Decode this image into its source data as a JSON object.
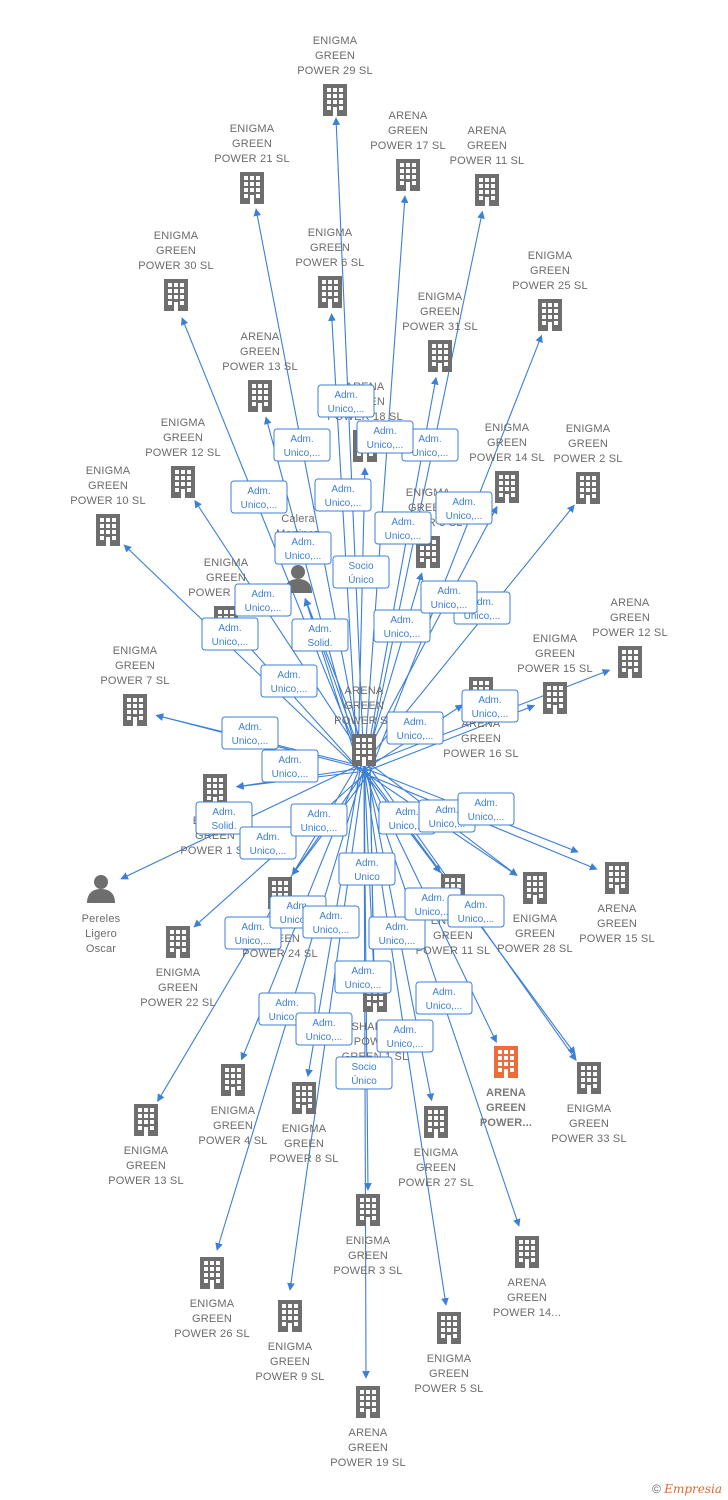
{
  "colors": {
    "edge": "#3c7fd6",
    "building": "#6e6e6e",
    "highlight": "#f06a3c",
    "person": "#6e6e6e",
    "label": "#6b6b6b"
  },
  "center": {
    "id": "center",
    "lines": [
      "ARENA",
      "GREEN",
      "POWER  SL"
    ],
    "icon": "building-icon"
  },
  "nodes": [
    {
      "id": "eg29",
      "lines": [
        "ENIGMA",
        "GREEN",
        "POWER 29  SL"
      ],
      "icon": "building-icon"
    },
    {
      "id": "ag17",
      "lines": [
        "ARENA",
        "GREEN",
        "POWER 17  SL"
      ],
      "icon": "building-icon"
    },
    {
      "id": "ag11",
      "lines": [
        "ARENA",
        "GREEN",
        "POWER 11  SL"
      ],
      "icon": "building-icon"
    },
    {
      "id": "eg21",
      "lines": [
        "ENIGMA",
        "GREEN",
        "POWER 21  SL"
      ],
      "icon": "building-icon"
    },
    {
      "id": "eg6",
      "lines": [
        "ENIGMA",
        "GREEN",
        "POWER 6  SL"
      ],
      "icon": "building-icon"
    },
    {
      "id": "eg30",
      "lines": [
        "ENIGMA",
        "GREEN",
        "POWER 30  SL"
      ],
      "icon": "building-icon"
    },
    {
      "id": "eg25",
      "lines": [
        "ENIGMA",
        "GREEN",
        "POWER 25  SL"
      ],
      "icon": "building-icon"
    },
    {
      "id": "eg31",
      "lines": [
        "ENIGMA",
        "GREEN",
        "POWER 31  SL"
      ],
      "icon": "building-icon"
    },
    {
      "id": "ag13",
      "lines": [
        "ARENA",
        "GREEN",
        "POWER 13  SL"
      ],
      "icon": "building-icon"
    },
    {
      "id": "ag18",
      "lines": [
        "ARENA",
        "GREEN",
        "POWER 18  SL"
      ],
      "icon": "building-icon"
    },
    {
      "id": "eg14",
      "lines": [
        "ENIGMA",
        "GREEN",
        "POWER 14  SL"
      ],
      "icon": "building-icon"
    },
    {
      "id": "eg2",
      "lines": [
        "ENIGMA",
        "GREEN",
        "POWER 2  SL"
      ],
      "icon": "building-icon"
    },
    {
      "id": "eg12",
      "lines": [
        "ENIGMA",
        "GREEN",
        "POWER 12  SL"
      ],
      "icon": "building-icon"
    },
    {
      "id": "eg10",
      "lines": [
        "ENIGMA",
        "GREEN",
        "POWER 10  SL"
      ],
      "icon": "building-icon"
    },
    {
      "id": "p_cm",
      "lines": [
        "Calera",
        "Martinez",
        ""
      ],
      "icon": "person-icon"
    },
    {
      "id": "eg3x",
      "lines": [
        "ENIGMA",
        "GREEN",
        "POWER 3  SL"
      ],
      "icon": "building-icon"
    },
    {
      "id": "eg20",
      "lines": [
        "ENIGMA",
        "GREEN",
        "POWER 20  SL"
      ],
      "icon": "building-icon"
    },
    {
      "id": "ag12",
      "lines": [
        "ARENA",
        "GREEN",
        "POWER 12  SL"
      ],
      "icon": "building-icon"
    },
    {
      "id": "ag16",
      "lines": [
        "ARENA",
        "GREEN",
        "POWER 16  SL"
      ],
      "icon": "building-icon"
    },
    {
      "id": "eg15",
      "lines": [
        "ENIGMA",
        "GREEN",
        "POWER 15  SL"
      ],
      "icon": "building-icon"
    },
    {
      "id": "eg7",
      "lines": [
        "ENIGMA",
        "GREEN",
        "POWER 7  SL"
      ],
      "icon": "building-icon"
    },
    {
      "id": "eg1",
      "lines": [
        "ENIGMA",
        "GREEN",
        "POWER 1  SL"
      ],
      "icon": "building-icon"
    },
    {
      "id": "p_po",
      "lines": [
        "Pereles",
        "Ligero",
        "Oscar"
      ],
      "icon": "person-icon"
    },
    {
      "id": "eg28",
      "lines": [
        "ENIGMA",
        "GREEN",
        "POWER 28  SL"
      ],
      "icon": "building-icon"
    },
    {
      "id": "ag15",
      "lines": [
        "ARENA",
        "GREEN",
        "POWER 15  SL"
      ],
      "icon": "building-icon"
    },
    {
      "id": "eg24",
      "lines": [
        "ENIGMA",
        "GREEN",
        "POWER 24  SL"
      ],
      "icon": "building-icon"
    },
    {
      "id": "eg11",
      "lines": [
        "ENIGMA",
        "GREEN",
        "POWER 11  SL"
      ],
      "icon": "building-icon"
    },
    {
      "id": "eg22",
      "lines": [
        "ENIGMA",
        "GREEN",
        "POWER 22  SL"
      ],
      "icon": "building-icon"
    },
    {
      "id": "shared",
      "lines": [
        "SHARED",
        "POWER",
        "GREEN 1  SL"
      ],
      "icon": "building-icon"
    },
    {
      "id": "agHL",
      "lines": [
        "ARENA",
        "GREEN",
        "POWER..."
      ],
      "icon": "building-icon",
      "highlight": true
    },
    {
      "id": "eg33",
      "lines": [
        "ENIGMA",
        "GREEN",
        "POWER 33  SL"
      ],
      "icon": "building-icon"
    },
    {
      "id": "eg4",
      "lines": [
        "ENIGMA",
        "GREEN",
        "POWER 4  SL"
      ],
      "icon": "building-icon"
    },
    {
      "id": "eg8",
      "lines": [
        "ENIGMA",
        "GREEN",
        "POWER 8  SL"
      ],
      "icon": "building-icon"
    },
    {
      "id": "eg13",
      "lines": [
        "ENIGMA",
        "GREEN",
        "POWER 13  SL"
      ],
      "icon": "building-icon"
    },
    {
      "id": "eg27",
      "lines": [
        "ENIGMA",
        "GREEN",
        "POWER 27  SL"
      ],
      "icon": "building-icon"
    },
    {
      "id": "eg3",
      "lines": [
        "ENIGMA",
        "GREEN",
        "POWER 3  SL"
      ],
      "icon": "building-icon"
    },
    {
      "id": "ag14",
      "lines": [
        "ARENA",
        "GREEN",
        "POWER 14..."
      ],
      "icon": "building-icon"
    },
    {
      "id": "eg26",
      "lines": [
        "ENIGMA",
        "GREEN",
        "POWER 26  SL"
      ],
      "icon": "building-icon"
    },
    {
      "id": "eg9",
      "lines": [
        "ENIGMA",
        "GREEN",
        "POWER 9  SL"
      ],
      "icon": "building-icon"
    },
    {
      "id": "eg5",
      "lines": [
        "ENIGMA",
        "GREEN",
        "POWER 5  SL"
      ],
      "icon": "building-icon"
    },
    {
      "id": "ag19",
      "lines": [
        "ARENA",
        "GREEN",
        "POWER 19  SL"
      ],
      "icon": "building-icon"
    }
  ],
  "relations": [
    {
      "lines": [
        "Adm.",
        "Unico,..."
      ],
      "target": "ag18"
    },
    {
      "lines": [
        "Adm.",
        "Unico,..."
      ],
      "target": "ag13"
    },
    {
      "lines": [
        "Adm.",
        "Unico,..."
      ],
      "target": "eg31"
    },
    {
      "lines": [
        "Adm.",
        "Unico,..."
      ],
      "target": "ag11"
    },
    {
      "lines": [
        "Adm.",
        "Unico,..."
      ],
      "target": "eg12"
    },
    {
      "lines": [
        "Adm.",
        "Unico,..."
      ],
      "target": "eg6"
    },
    {
      "lines": [
        "Adm.",
        "Unico,..."
      ],
      "target": "eg14"
    },
    {
      "lines": [
        "Adm.",
        "Unico,..."
      ],
      "target": "eg3x"
    },
    {
      "lines": [
        "Adm.",
        "Unico,..."
      ],
      "target": "p_cm"
    },
    {
      "lines": [
        "Socio",
        "Único"
      ],
      "target": "p_cm"
    },
    {
      "lines": [
        "Adm.",
        "Unico,..."
      ],
      "target": "eg20"
    },
    {
      "lines": [
        "Adm.",
        "Unico,..."
      ],
      "target": "eg10"
    },
    {
      "lines": [
        "Adm.",
        "Unico,..."
      ],
      "target": "eg2"
    },
    {
      "lines": [
        "Adm.",
        "Unico,..."
      ],
      "target": "ag16"
    },
    {
      "lines": [
        "Adm.",
        "Unico,..."
      ],
      "target": "eg25"
    },
    {
      "lines": [
        "Adm.",
        "Solid."
      ],
      "target": "p_cm"
    },
    {
      "lines": [
        "Adm.",
        "Unico,..."
      ],
      "target": "eg7"
    },
    {
      "lines": [
        "Adm.",
        "Unico,..."
      ],
      "target": "eg15"
    },
    {
      "lines": [
        "Adm.",
        "Unico,..."
      ],
      "target": "ag12"
    },
    {
      "lines": [
        "Adm.",
        "Unico,..."
      ],
      "target": "eg7"
    },
    {
      "lines": [
        "Adm.",
        "Unico,..."
      ],
      "target": "eg1"
    },
    {
      "lines": [
        "Adm.",
        "Solid."
      ],
      "target": "p_po"
    },
    {
      "lines": [
        "Adm.",
        "Unico,..."
      ],
      "target": "eg1"
    },
    {
      "lines": [
        "Adm.",
        "Unico,..."
      ],
      "target": "eg22"
    },
    {
      "lines": [
        "Adm.",
        "Unico,..."
      ],
      "target": "eg28"
    },
    {
      "lines": [
        "Adm.",
        "Unico,..."
      ],
      "target": "eg28"
    },
    {
      "lines": [
        "Adm.",
        "Unico,..."
      ],
      "target": "ag15"
    },
    {
      "lines": [
        "Adm.",
        "Unico"
      ],
      "target": "shared"
    },
    {
      "lines": [
        "Adm.",
        "Unico,..."
      ],
      "target": "eg24"
    },
    {
      "lines": [
        "Adm.",
        "Unico,..."
      ],
      "target": "eg24"
    },
    {
      "lines": [
        "Adm.",
        "Unico,..."
      ],
      "target": "eg13"
    },
    {
      "lines": [
        "Adm.",
        "Unico,..."
      ],
      "target": "eg11"
    },
    {
      "lines": [
        "Adm.",
        "Unico,..."
      ],
      "target": "eg11"
    },
    {
      "lines": [
        "Adm.",
        "Unico,..."
      ],
      "target": "eg33"
    },
    {
      "lines": [
        "Adm.",
        "Unico,..."
      ],
      "target": "shared"
    },
    {
      "lines": [
        "Adm.",
        "Unico,..."
      ],
      "target": "eg4"
    },
    {
      "lines": [
        "Adm.",
        "Unico,..."
      ],
      "target": "eg8"
    },
    {
      "lines": [
        "Adm.",
        "Unico,..."
      ],
      "target": "agHL"
    },
    {
      "lines": [
        "Adm.",
        "Unico,..."
      ],
      "target": "eg27"
    },
    {
      "lines": [
        "Socio",
        "Único"
      ],
      "target": "shared"
    }
  ],
  "extra_edges": [
    "eg29",
    "ag17",
    "eg21",
    "eg30",
    "eg3",
    "ag14",
    "eg26",
    "eg9",
    "eg5",
    "ag19",
    "eg33",
    "ag15"
  ],
  "footer": {
    "copyright": "©",
    "brand": "Empresia"
  }
}
